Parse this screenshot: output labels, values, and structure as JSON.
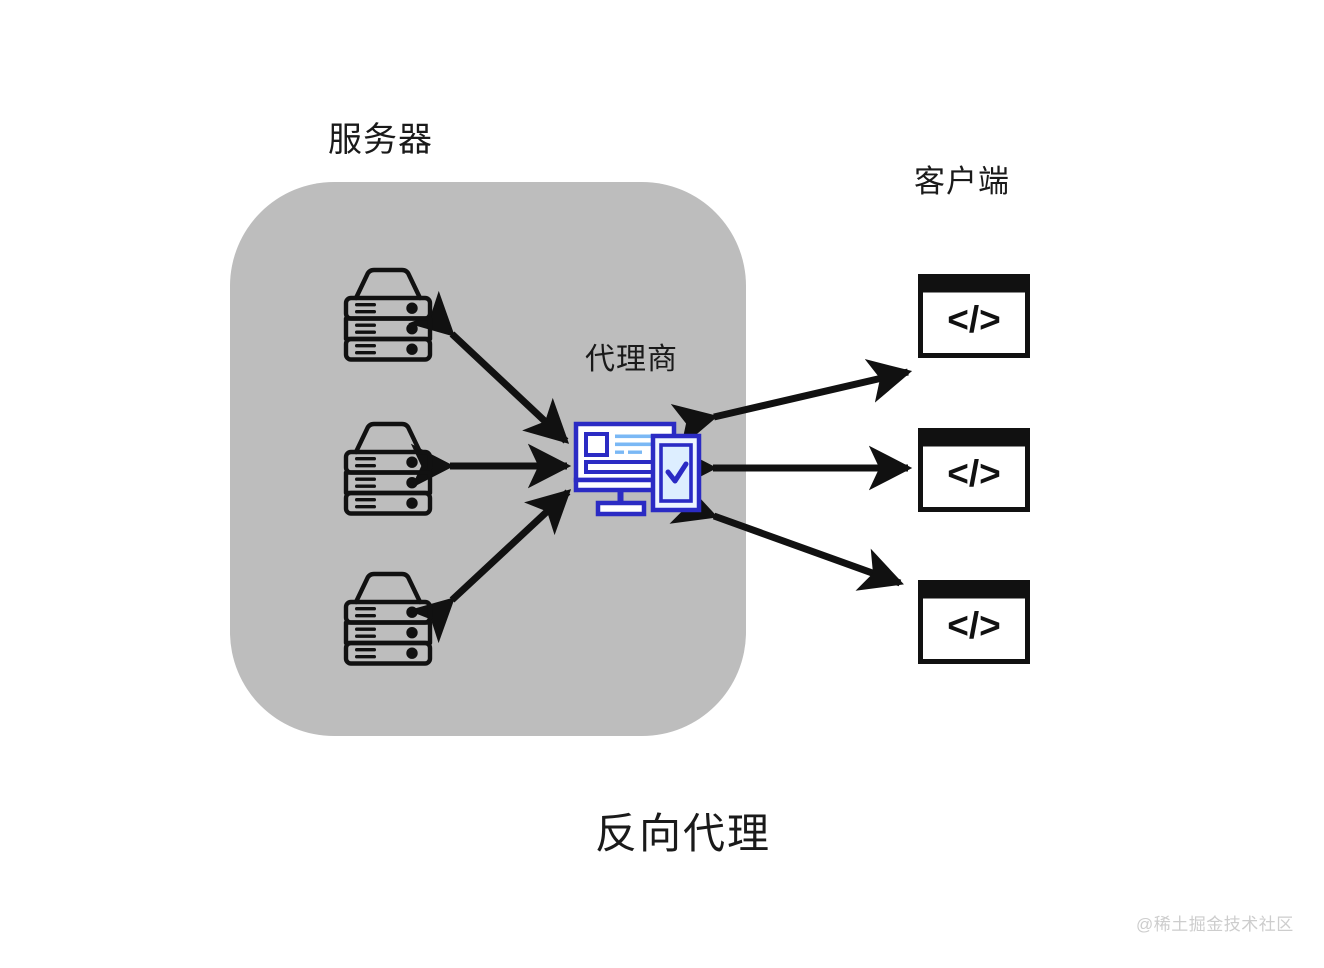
{
  "diagram": {
    "title": "反向代理",
    "watermark": "@稀土掘金技术社区",
    "background_color": "#ffffff",
    "zone_color": "#bdbdbd",
    "accent_color": "#2b2bc4",
    "stroke_color": "#111111"
  },
  "groups": {
    "servers": {
      "label": "服务器",
      "icon": "server-rack-icon",
      "count": 3,
      "nodes": [
        {
          "id": "server-1",
          "icon": "server-rack-icon"
        },
        {
          "id": "server-2",
          "icon": "server-rack-icon"
        },
        {
          "id": "server-3",
          "icon": "server-rack-icon"
        }
      ]
    },
    "proxy": {
      "label": "代理商",
      "icon": "proxy-monitor-icon",
      "badge_icon": "check-tablet-icon"
    },
    "clients": {
      "label": "客户端",
      "icon": "code-browser-icon",
      "count": 3,
      "nodes": [
        {
          "id": "client-1",
          "icon": "code-browser-icon",
          "glyph": "</>"
        },
        {
          "id": "client-2",
          "icon": "code-browser-icon",
          "glyph": "</>"
        },
        {
          "id": "client-3",
          "icon": "code-browser-icon",
          "glyph": "</>"
        }
      ]
    }
  },
  "connections": [
    {
      "id": "conn-server1-proxy",
      "from": "server-1",
      "to": "proxy",
      "style": "double-arrow"
    },
    {
      "id": "conn-server2-proxy",
      "from": "server-2",
      "to": "proxy",
      "style": "double-arrow"
    },
    {
      "id": "conn-server3-proxy",
      "from": "server-3",
      "to": "proxy",
      "style": "double-arrow"
    },
    {
      "id": "conn-proxy-client1",
      "from": "proxy",
      "to": "client-1",
      "style": "double-arrow"
    },
    {
      "id": "conn-proxy-client2",
      "from": "proxy",
      "to": "client-2",
      "style": "double-arrow"
    },
    {
      "id": "conn-proxy-client3",
      "from": "proxy",
      "to": "client-3",
      "style": "double-arrow"
    }
  ]
}
